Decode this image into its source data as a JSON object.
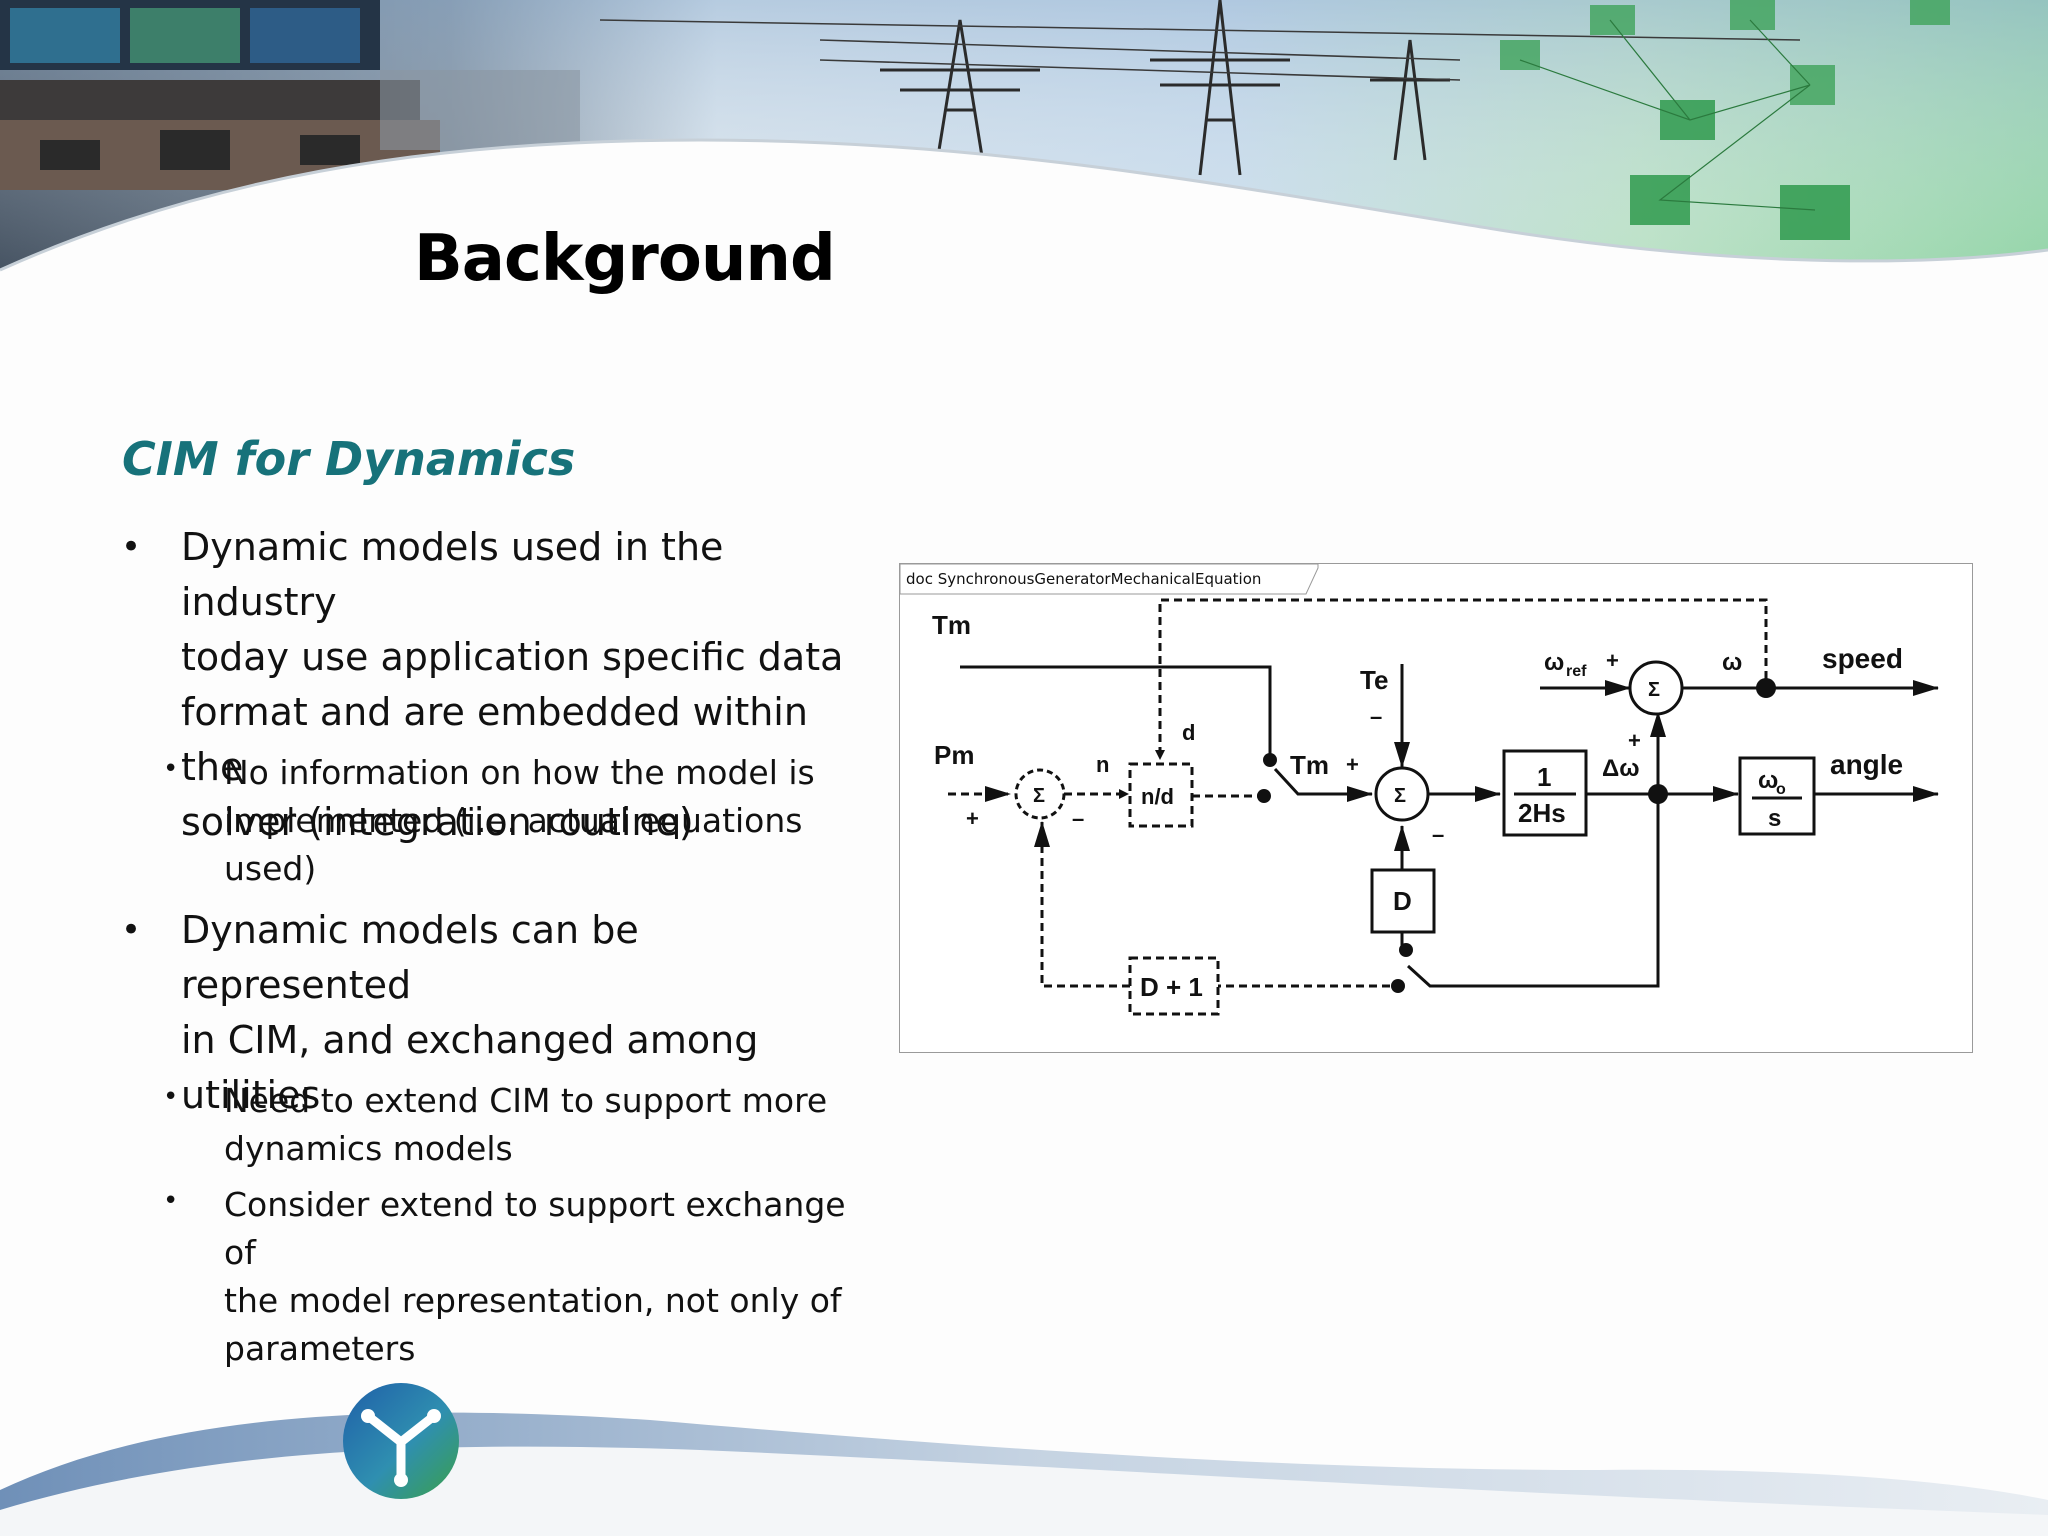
{
  "slide": {
    "title": "Background",
    "subtitle": "CIM for Dynamics"
  },
  "bullets": [
    {
      "level": 1,
      "lines": [
        "Dynamic models used in the industry",
        "today use application specific data",
        "format and are embedded within the",
        "solver (integration routine)"
      ]
    },
    {
      "level": 2,
      "lines": [
        "No information on how the model is",
        "implemented (i.e. actual equations",
        "used)"
      ]
    },
    {
      "level": 1,
      "lines": [
        "Dynamic models can be represented",
        "in CIM,  and exchanged among",
        "utilities"
      ]
    },
    {
      "level": 2,
      "lines": [
        "Need to extend CIM to support more",
        "dynamics models"
      ]
    },
    {
      "level": 2,
      "lines": [
        "Consider extend to support exchange of",
        "the model representation, not only of",
        "parameters"
      ]
    }
  ],
  "diagram": {
    "frame_label": "doc SynchronousGeneratorMechanicalEquation",
    "labels": {
      "tm_in": "Tm",
      "pm": "Pm",
      "n": "n",
      "d": "d",
      "nd_block": "n/d",
      "tm_switch": "Tm",
      "te": "Te",
      "inv2hs_num": "1",
      "inv2hs_den": "2Hs",
      "delta_omega": "Δω",
      "omega_ref": "ω",
      "omega_ref_sub": "ref",
      "omega": "ω",
      "speed": "speed",
      "omega0_num": "ω",
      "omega0_sub": "o",
      "omega0_den": "s",
      "angle": "angle",
      "d_block": "D",
      "d1_block": "D + 1",
      "sigma": "Σ",
      "plus": "+",
      "minus": "–"
    }
  },
  "colors": {
    "subtitle": "#17727a",
    "title": "#000000",
    "logo_blue": "#1f5fa8",
    "logo_green": "#3aa04a"
  }
}
